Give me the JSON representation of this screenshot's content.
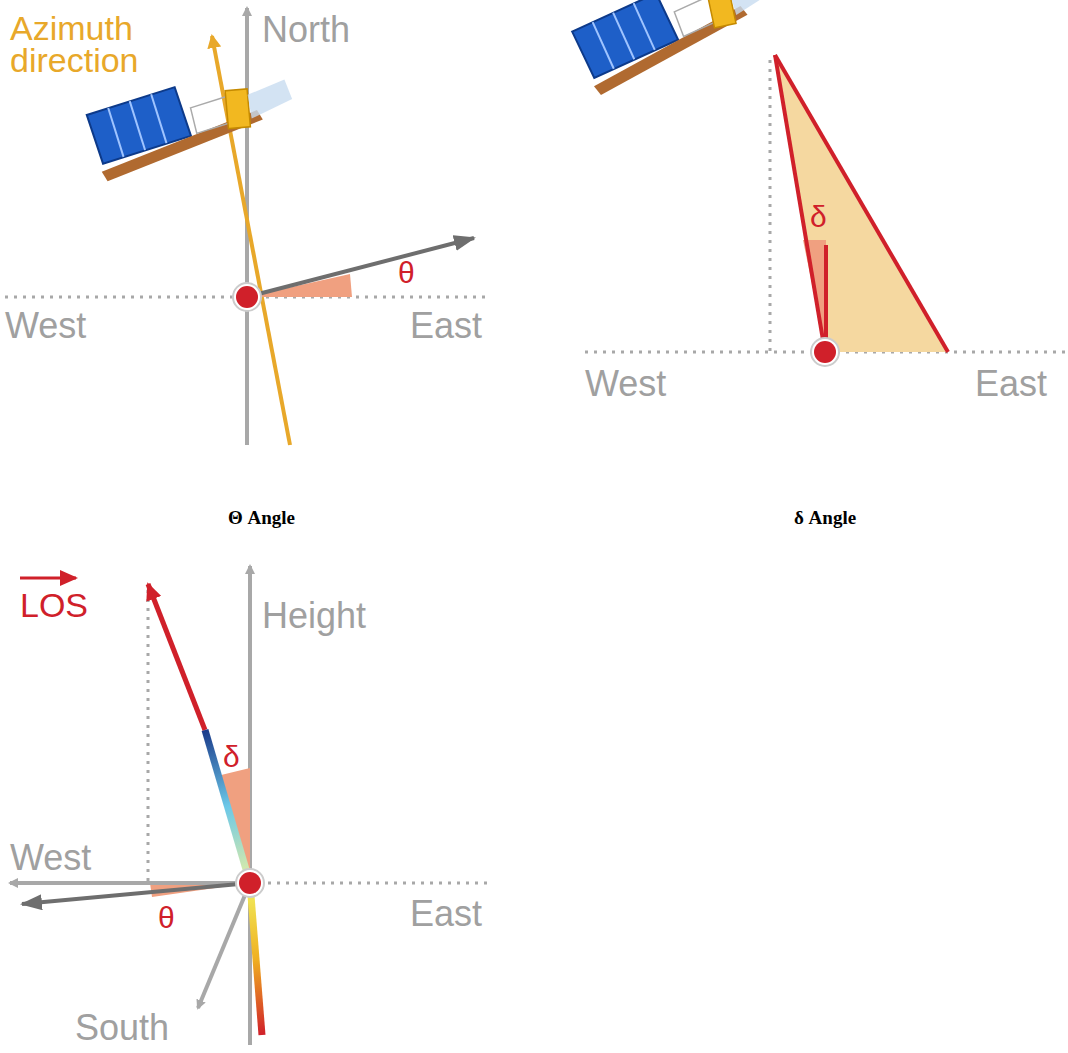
{
  "diagram": {
    "labels": [
      "Azimuth direction",
      "North",
      "West",
      "East",
      "θ",
      "δ",
      "West",
      "East",
      "Θ Angle",
      "δ Angle",
      "LOS",
      "Height",
      "δ",
      "West",
      "θ",
      "East",
      "South"
    ]
  }
}
